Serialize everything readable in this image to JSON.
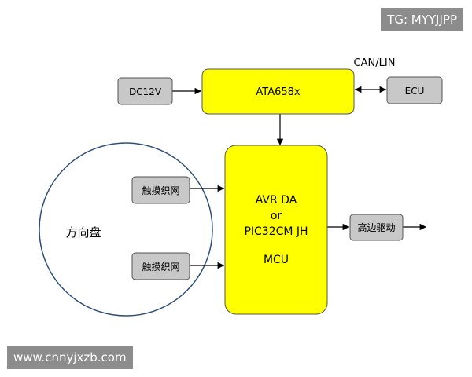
{
  "watermark_top": "TG: MYYJJPP",
  "watermark_bottom": "www.cnnyjxzb.com",
  "blocks": {
    "dc": "DC12V",
    "ata": "ATA658x",
    "ecu": "ECU",
    "bus": "CAN/LIN",
    "sensor1": "触摸织网",
    "sensor2": "触摸织网",
    "wheel": "方向盘",
    "mcu": [
      "AVR DA",
      "or",
      "PIC32CM JH",
      "",
      "MCU"
    ],
    "driver": "高边驱动"
  },
  "colors": {
    "yellow": "#ffff00",
    "gray_box": "#c8c8c8",
    "wheel_stroke": "#2e4f78",
    "watermark": "#8c8c8c"
  }
}
